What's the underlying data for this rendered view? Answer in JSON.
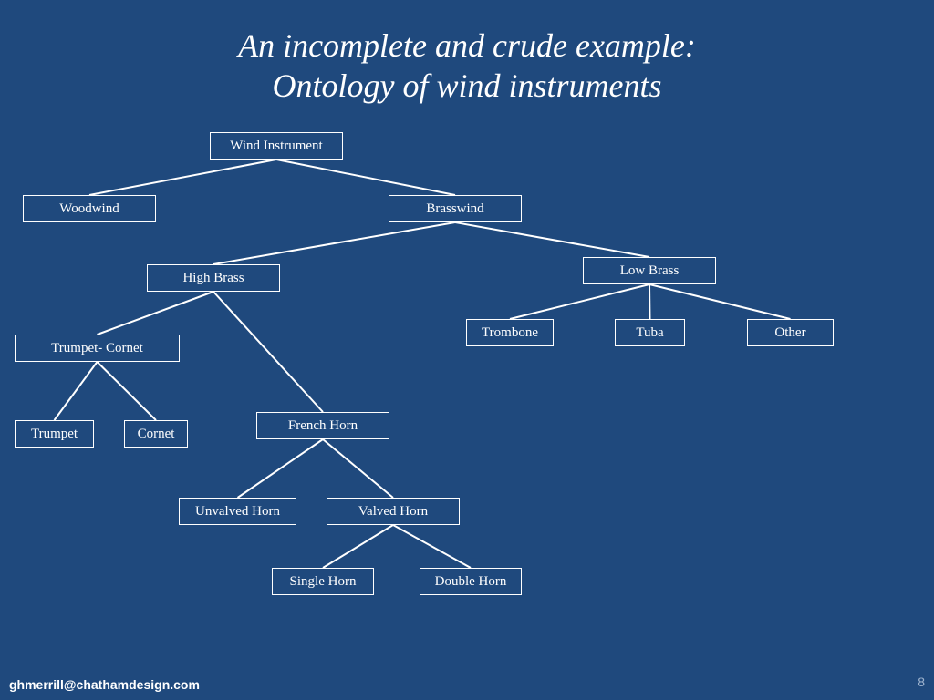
{
  "title": {
    "line1": "An incomplete and crude example:",
    "line2": "Ontology of wind instruments"
  },
  "nodes": {
    "wind_instrument": "Wind Instrument",
    "woodwind": "Woodwind",
    "brasswind": "Brasswind",
    "high_brass": "High Brass",
    "low_brass": "Low Brass",
    "trombone": "Trombone",
    "tuba": "Tuba",
    "other": "Other",
    "trumpet_cornet": "Trumpet- Cornet",
    "trumpet": "Trumpet",
    "cornet": "Cornet",
    "french_horn": "French Horn",
    "unvalved_horn": "Unvalved Horn",
    "valved_horn": "Valved Horn",
    "single_horn": "Single Horn",
    "double_horn": "Double Horn"
  },
  "edges": [
    [
      "wind_instrument",
      "woodwind"
    ],
    [
      "wind_instrument",
      "brasswind"
    ],
    [
      "brasswind",
      "high_brass"
    ],
    [
      "brasswind",
      "low_brass"
    ],
    [
      "low_brass",
      "trombone"
    ],
    [
      "low_brass",
      "tuba"
    ],
    [
      "low_brass",
      "other"
    ],
    [
      "high_brass",
      "trumpet_cornet"
    ],
    [
      "high_brass",
      "french_horn"
    ],
    [
      "trumpet_cornet",
      "trumpet"
    ],
    [
      "trumpet_cornet",
      "cornet"
    ],
    [
      "french_horn",
      "unvalved_horn"
    ],
    [
      "french_horn",
      "valved_horn"
    ],
    [
      "valved_horn",
      "single_horn"
    ],
    [
      "valved_horn",
      "double_horn"
    ]
  ],
  "footer": {
    "email": "ghmerrill@chathamdesign.com",
    "page_number": "8"
  }
}
